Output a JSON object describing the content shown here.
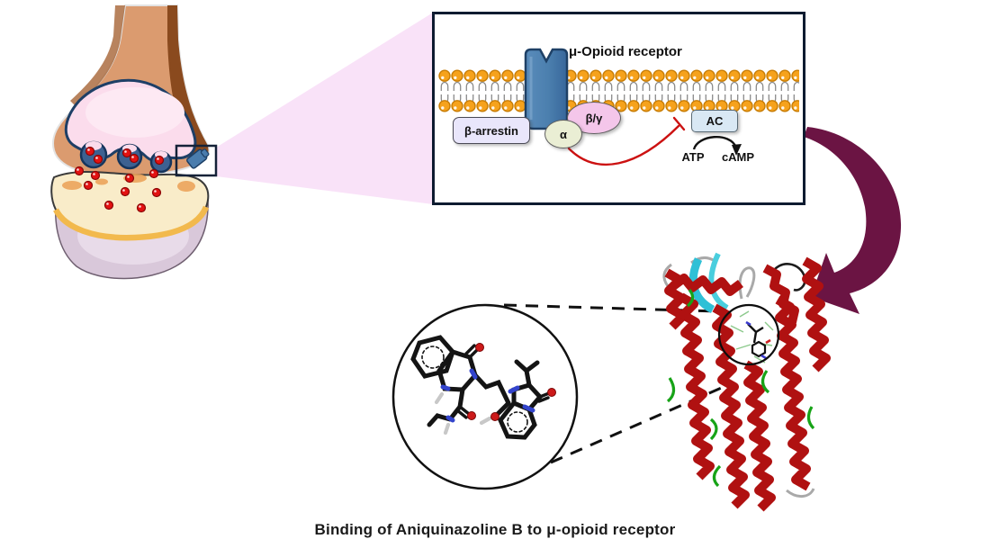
{
  "caption": "Binding of Aniquinazoline B to μ-opioid receptor",
  "inset": {
    "title": "μ-Opioid receptor",
    "beta_arrestin": "β-arrestin",
    "alpha": "α",
    "beta_gamma": "β/γ",
    "ac": "AC",
    "atp": "ATP",
    "camp": "cAMP"
  },
  "colors": {
    "lipid_head_orange": "#F6A21C",
    "receptor_blue": "#4B7FAE",
    "inhibition_red": "#CC1111",
    "curved_arrow_maroon": "#6B1443",
    "zoom_beam_pink": "#F9E2F8",
    "helix_red": "#B01111",
    "beta_sheet_cyan": "#2FC0D6",
    "loop_green": "#17A317",
    "neurotransmitter_red": "#E31212",
    "synapse_pink": "#FBDCEC",
    "axon_tan": "#DB9B6F"
  }
}
